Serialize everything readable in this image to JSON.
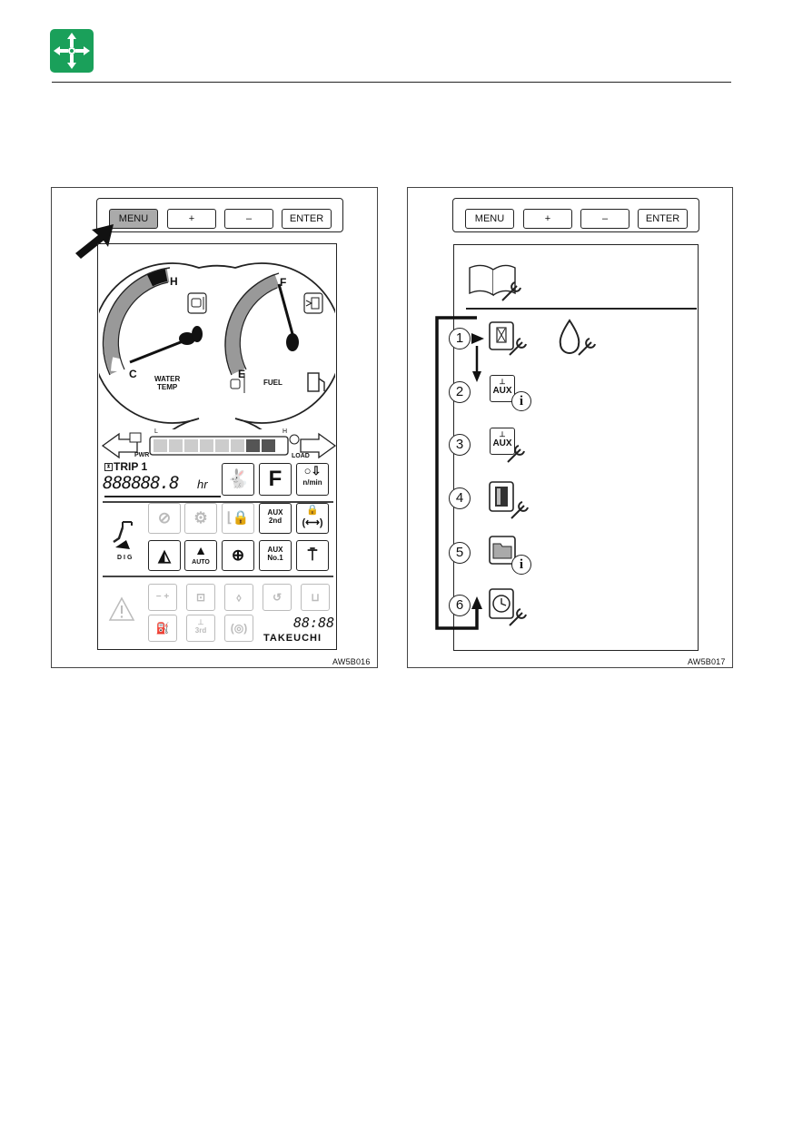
{
  "left_figure": {
    "buttons": {
      "menu": "MENU",
      "plus": "+",
      "minus": "–",
      "enter": "ENTER"
    },
    "gauges": {
      "water_h": "H",
      "water_c": "C",
      "water_label_1": "WATER",
      "water_label_2": "TEMP",
      "fuel_f": "F",
      "fuel_e": "E",
      "fuel_label": "FUEL"
    },
    "power": {
      "l": "L",
      "h": "H",
      "pwr": "PWR",
      "load": "LOAD"
    },
    "trip": {
      "label": "TRIP 1",
      "value": "888888.8",
      "unit": "hr",
      "f_key": "F",
      "rpm_unit": "n/min"
    },
    "mode_icons": {
      "aux2": "AUX",
      "second": "2nd",
      "aux1": "AUX",
      "no1": "No.1",
      "auto": "AUTO",
      "dig": "DIG",
      "third": "3rd"
    },
    "clock": "88:88",
    "brand": "TAKEUCHI",
    "caption": "AW5B016"
  },
  "right_figure": {
    "buttons": {
      "menu": "MENU",
      "plus": "+",
      "minus": "–",
      "enter": "ENTER"
    },
    "items": [
      "1",
      "2",
      "3",
      "4",
      "5",
      "6"
    ],
    "aux_a": "AUX",
    "aux_b": "AUX",
    "caption": "AW5B017"
  }
}
